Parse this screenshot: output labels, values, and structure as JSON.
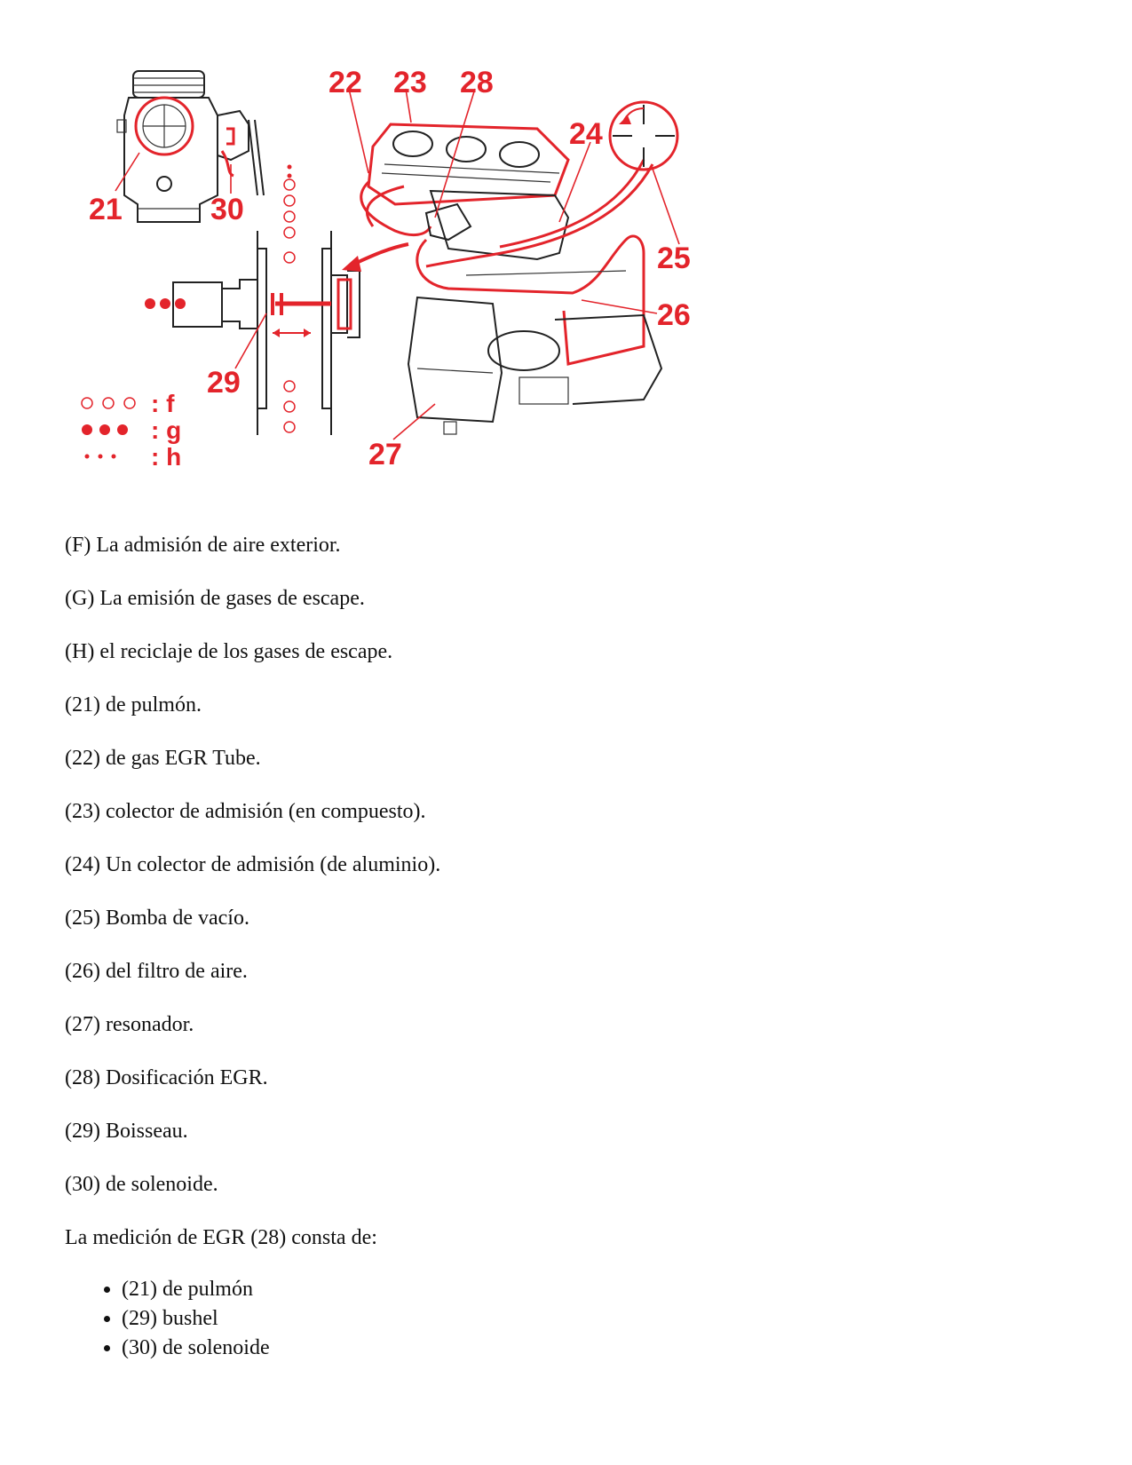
{
  "figure": {
    "callouts": {
      "c21": "21",
      "c22": "22",
      "c23": "23",
      "c24": "24",
      "c25": "25",
      "c26": "26",
      "c27": "27",
      "c28": "28",
      "c29": "29",
      "c30": "30"
    },
    "legend": [
      {
        "symbol": "open-circles",
        "label": ": f"
      },
      {
        "symbol": "filled-circles",
        "label": ": g"
      },
      {
        "symbol": "small-dots",
        "label": ": h"
      }
    ],
    "colors": {
      "accent": "#e3242b",
      "line": "#222222"
    }
  },
  "paragraphs": [
    "(F) La admisión de aire exterior.",
    "(G) La emisión de gases de escape.",
    "(H) el reciclaje de los gases de escape.",
    "(21) de pulmón.",
    "(22) de gas EGR Tube.",
    "(23) colector de admisión (en compuesto).",
    "(24) Un colector de admisión (de aluminio).",
    "(25) Bomba de vacío.",
    "(26) del filtro de aire.",
    "(27) resonador.",
    "(28) Dosificación EGR.",
    "(29) Boisseau.",
    "(30) de solenoide.",
    "La medición de EGR (28) consta de:"
  ],
  "list": [
    "(21) de pulmón",
    "(29) bushel",
    "(30) de solenoide"
  ]
}
